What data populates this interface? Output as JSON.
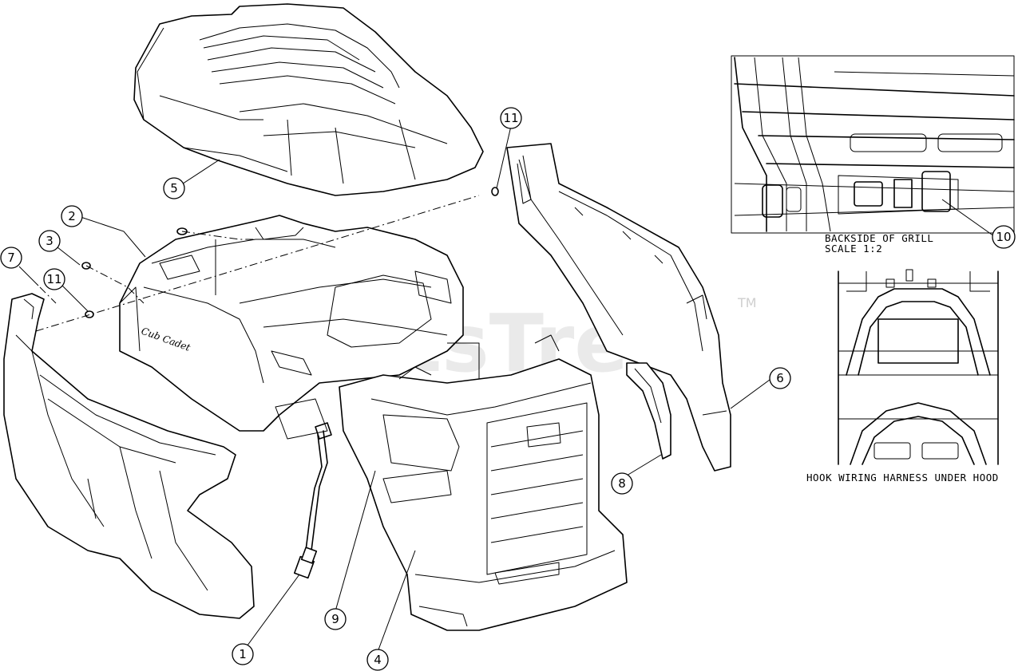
{
  "watermark": {
    "text": "PartsTree",
    "trademark": "TM"
  },
  "brand_logo": "Cub Cadet",
  "callouts": [
    {
      "id": "c1",
      "label": "1"
    },
    {
      "id": "c2",
      "label": "2"
    },
    {
      "id": "c3",
      "label": "3"
    },
    {
      "id": "c4",
      "label": "4"
    },
    {
      "id": "c5",
      "label": "5"
    },
    {
      "id": "c6",
      "label": "6"
    },
    {
      "id": "c7",
      "label": "7"
    },
    {
      "id": "c8",
      "label": "8"
    },
    {
      "id": "c9",
      "label": "9"
    },
    {
      "id": "c10",
      "label": "10"
    },
    {
      "id": "c11a",
      "label": "11"
    },
    {
      "id": "c11b",
      "label": "11"
    }
  ],
  "details": {
    "grill_backside": {
      "title": "BACKSIDE OF GRILL",
      "scale": "SCALE 1:2"
    },
    "wiring": {
      "caption": "HOOK WIRING HARNESS UNDER HOOD"
    }
  }
}
